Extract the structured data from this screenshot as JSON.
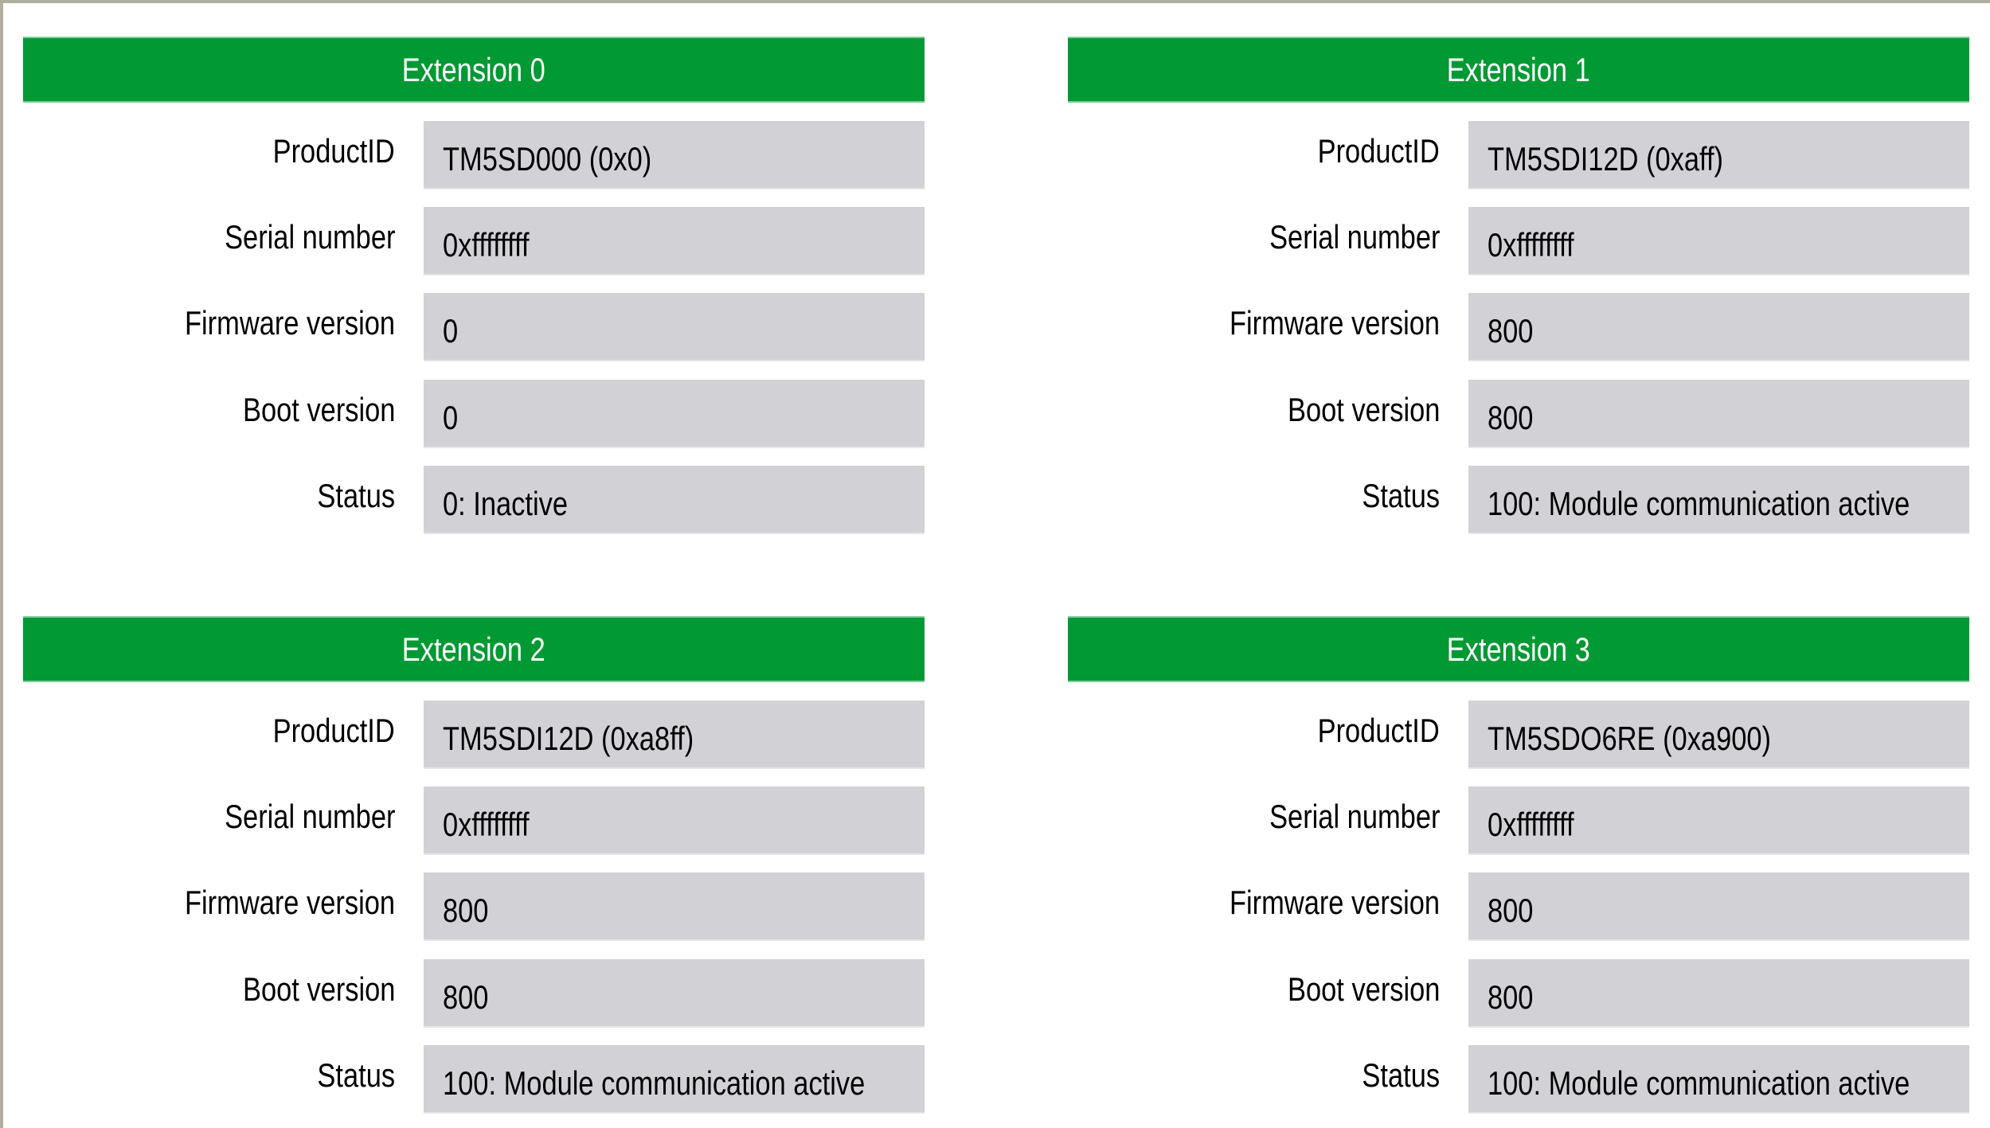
{
  "labels": {
    "product_id": "ProductID",
    "serial_number": "Serial number",
    "firmware_version": "Firmware version",
    "boot_version": "Boot version",
    "status": "Status"
  },
  "colors": {
    "header_bg": "#009933",
    "field_bg": "#d2d2d6"
  },
  "extensions": [
    {
      "title": "Extension 0",
      "product_id": "TM5SD000 (0x0)",
      "serial_number": "0xffffffff",
      "firmware_version": "0",
      "boot_version": "0",
      "status": "0: Inactive"
    },
    {
      "title": "Extension 1",
      "product_id": "TM5SDI12D (0xaff)",
      "serial_number": "0xffffffff",
      "firmware_version": "800",
      "boot_version": "800",
      "status": "100: Module communication active"
    },
    {
      "title": "Extension 2",
      "product_id": "TM5SDI12D (0xa8ff)",
      "serial_number": "0xffffffff",
      "firmware_version": "800",
      "boot_version": "800",
      "status": "100: Module communication active"
    },
    {
      "title": "Extension 3",
      "product_id": "TM5SDO6RE (0xa900)",
      "serial_number": "0xffffffff",
      "firmware_version": "800",
      "boot_version": "800",
      "status": "100: Module communication active"
    }
  ]
}
